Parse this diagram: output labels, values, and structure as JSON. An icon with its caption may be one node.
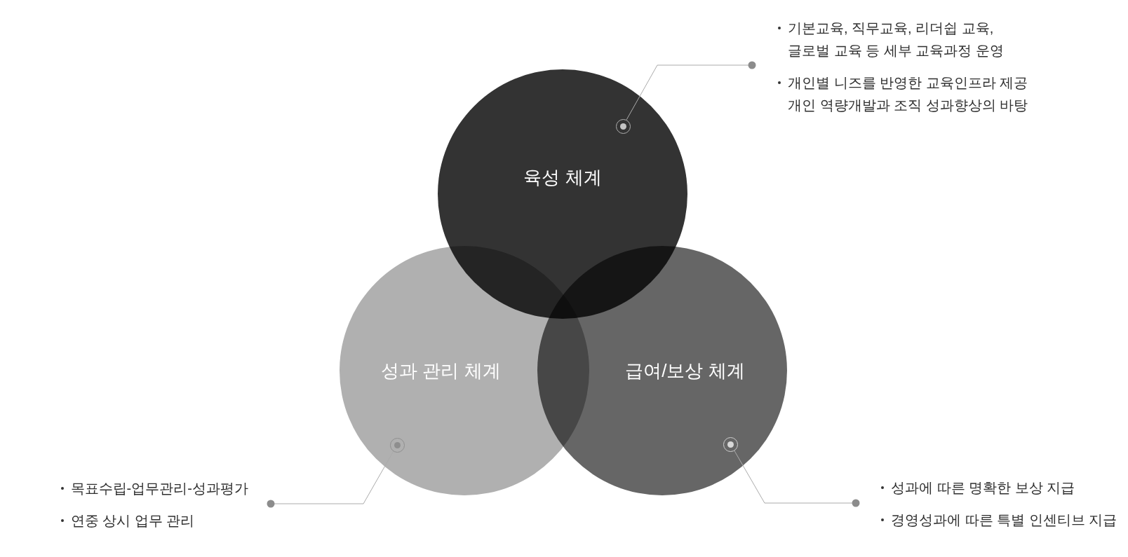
{
  "diagram": {
    "nodes": [
      {
        "text": [
          "기본교육, 직무교육, 리더쉽 교육, 글로벌 교육 등 세부 교육과정 운영",
          "개인별 니즈를 반영한 교육인프라 제공 개인 역량개발과 조직 성과향상의 바탕"
        ]
      },
      {
        "text": [
          "육성 체계"
        ]
      },
      {
        "text": [],
        "shape": "circle",
        "in": 1
      },
      {
        "text": [
          "성과 관리 체계"
        ]
      },
      {
        "text": [],
        "shape": "circle",
        "in": 3
      },
      {
        "text": [
          "급여/보상 체계"
        ]
      },
      {
        "text": [],
        "shape": "circle",
        "in": 5
      },
      {
        "text": [
          "목표수립-업무관리-성과평가",
          "연중 상시 업무 관리"
        ]
      },
      {
        "text": [
          "성과에 따른 명확한 보상 지급",
          "경영성과에 따른 특별 인센티브 지급"
        ]
      }
    ],
    "edges": [
      {
        "from": 0,
        "to": 2,
        "arrow": "other"
      },
      {
        "from": 7,
        "to": 4,
        "arrow": "other"
      },
      {
        "from": 8,
        "to": 6,
        "arrow": "other"
      }
    ]
  }
}
